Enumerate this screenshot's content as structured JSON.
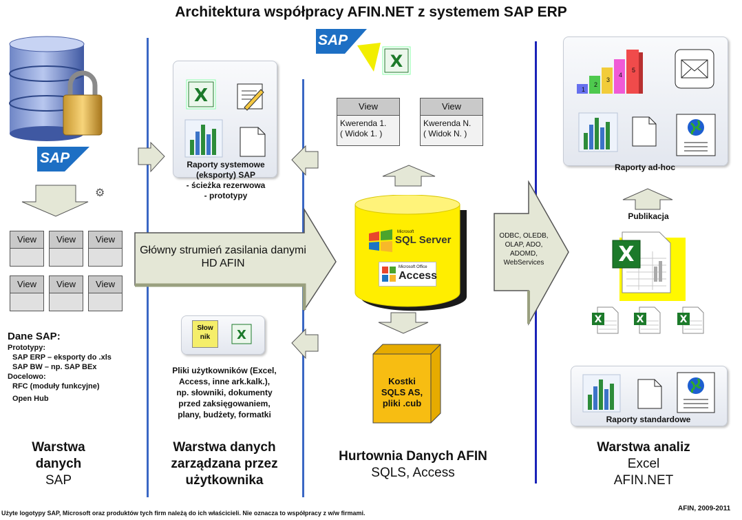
{
  "title": "Architektura współpracy AFIN.NET z systemem SAP ERP",
  "left": {
    "sap_logo": "SAP",
    "views_row1": [
      "View",
      "View",
      "View"
    ],
    "views_row2": [
      "View",
      "View",
      "View"
    ],
    "dane_title": "Dane SAP:",
    "dane_lines": [
      "Prototypy:",
      "SAP ERP – eksporty do .xls",
      "SAP BW – np. SAP BEx",
      "Docelowo:",
      "RFC (moduły funkcyjne)",
      "Open Hub"
    ],
    "layer_line1": "Warstwa",
    "layer_line2": "danych",
    "layer_line3": "SAP"
  },
  "middle_left": {
    "reports_lines": [
      "Raporty systemowe",
      "(eksporty) SAP",
      "- ścieżka rezerwowa",
      "- prototypy"
    ],
    "main_stream_line1": "Główny strumień zasilania danymi",
    "main_stream_line2": "HD AFIN",
    "slownik_line1": "Słow",
    "slownik_line2": "nik",
    "user_files_lines": [
      "Pliki użytkowników (Excel,",
      "Access, inne ark.kalk.),",
      "np. słowniki, dokumenty",
      "przed zaksięgowaniem,",
      "plany, budżety, formatki"
    ],
    "layer_line1": "Warstwa danych",
    "layer_line2": "zarządzana przez",
    "layer_line3": "użytkownika"
  },
  "center": {
    "sap_logo": "SAP",
    "query1": {
      "header": "View",
      "line1": "Kwerenda 1.",
      "line2": "( Widok 1. )"
    },
    "queryN": {
      "header": "View",
      "line1": "Kwerenda N.",
      "line2": "( Widok N. )"
    },
    "sql_small": "Microsoft",
    "sql_label": "SQL Server",
    "access_small": "Microsoft Office",
    "access_label": "Access",
    "cube_lines": [
      "Kostki",
      "SQLS AS,",
      "pliki .cub"
    ],
    "layer_line1": "Hurtownia Danych AFIN",
    "layer_line2": "SQLS, Access"
  },
  "connectors": {
    "lines": [
      "ODBC, OLEDB,",
      "OLAP, ADO,",
      "ADOMD,",
      "WebServices"
    ]
  },
  "right": {
    "steps": [
      "1",
      "2",
      "3",
      "4",
      "5"
    ],
    "adhoc_label": "Raporty ad-hoc",
    "publikacja": "Publikacja",
    "standard_label": "Raporty standardowe",
    "layer_line1": "Warstwa analiz",
    "layer_line2": "Excel",
    "layer_line3": "AFIN.NET"
  },
  "footer": {
    "disclaimer": "Użyte logotypy SAP, Microsoft oraz produktów tych firm należą do ich właścicieli. Nie oznacza to współpracy z w/w firmami.",
    "copyright": "AFIN, 2009-2011"
  },
  "colors": {
    "sap_blue": "#1d6fc4",
    "excel_green": "#1c7a2a",
    "cylinder_yellow": "#ffee00",
    "divider_blue": "#3a67c4",
    "divider_dark": "#1a22b8",
    "arrow_fill": "#e4e7d6"
  }
}
